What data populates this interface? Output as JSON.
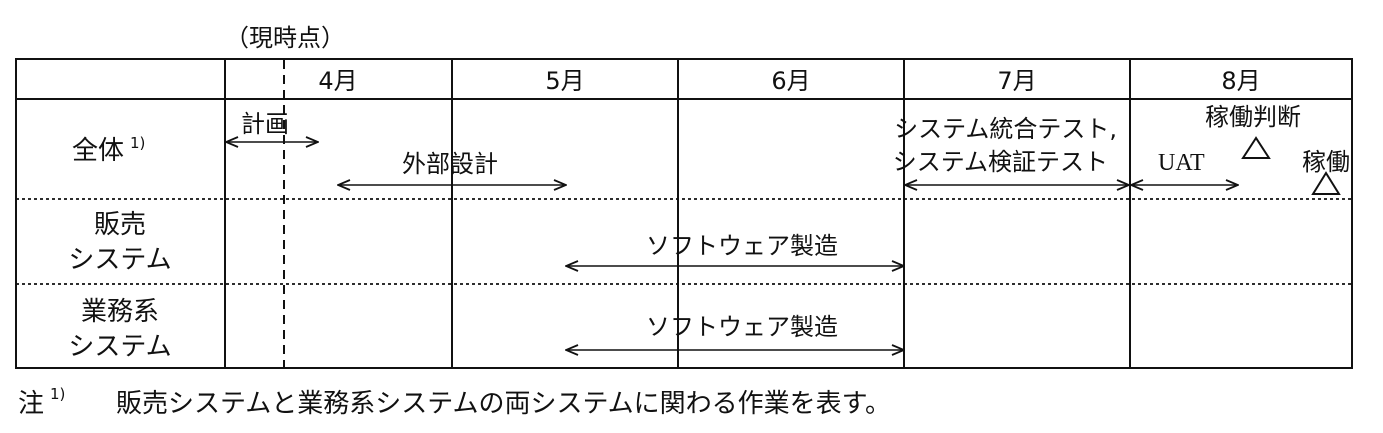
{
  "current_marker_label": "（現時点）",
  "months": [
    "4月",
    "5月",
    "6月",
    "7月",
    "8月"
  ],
  "rows": [
    {
      "label_lines": [
        "全体"
      ],
      "note_mark": "1)"
    },
    {
      "label_lines": [
        "販売",
        "システム"
      ]
    },
    {
      "label_lines": [
        "業務系",
        "システム"
      ]
    }
  ],
  "tasks": {
    "plan": "計画",
    "external_design": "外部設計",
    "system_test_line1": "システム統合テスト,",
    "system_test_line2": "システム検証テスト",
    "uat": "UAT",
    "go_decision": "稼働判断",
    "go_live": "稼働",
    "sales_build": "ソフトウェア製造",
    "business_build": "ソフトウェア製造"
  },
  "footnote": {
    "prefix": "注",
    "mark": "1)",
    "text": "販売システムと業務系システムの両システムに関わる作業を表す。"
  }
}
